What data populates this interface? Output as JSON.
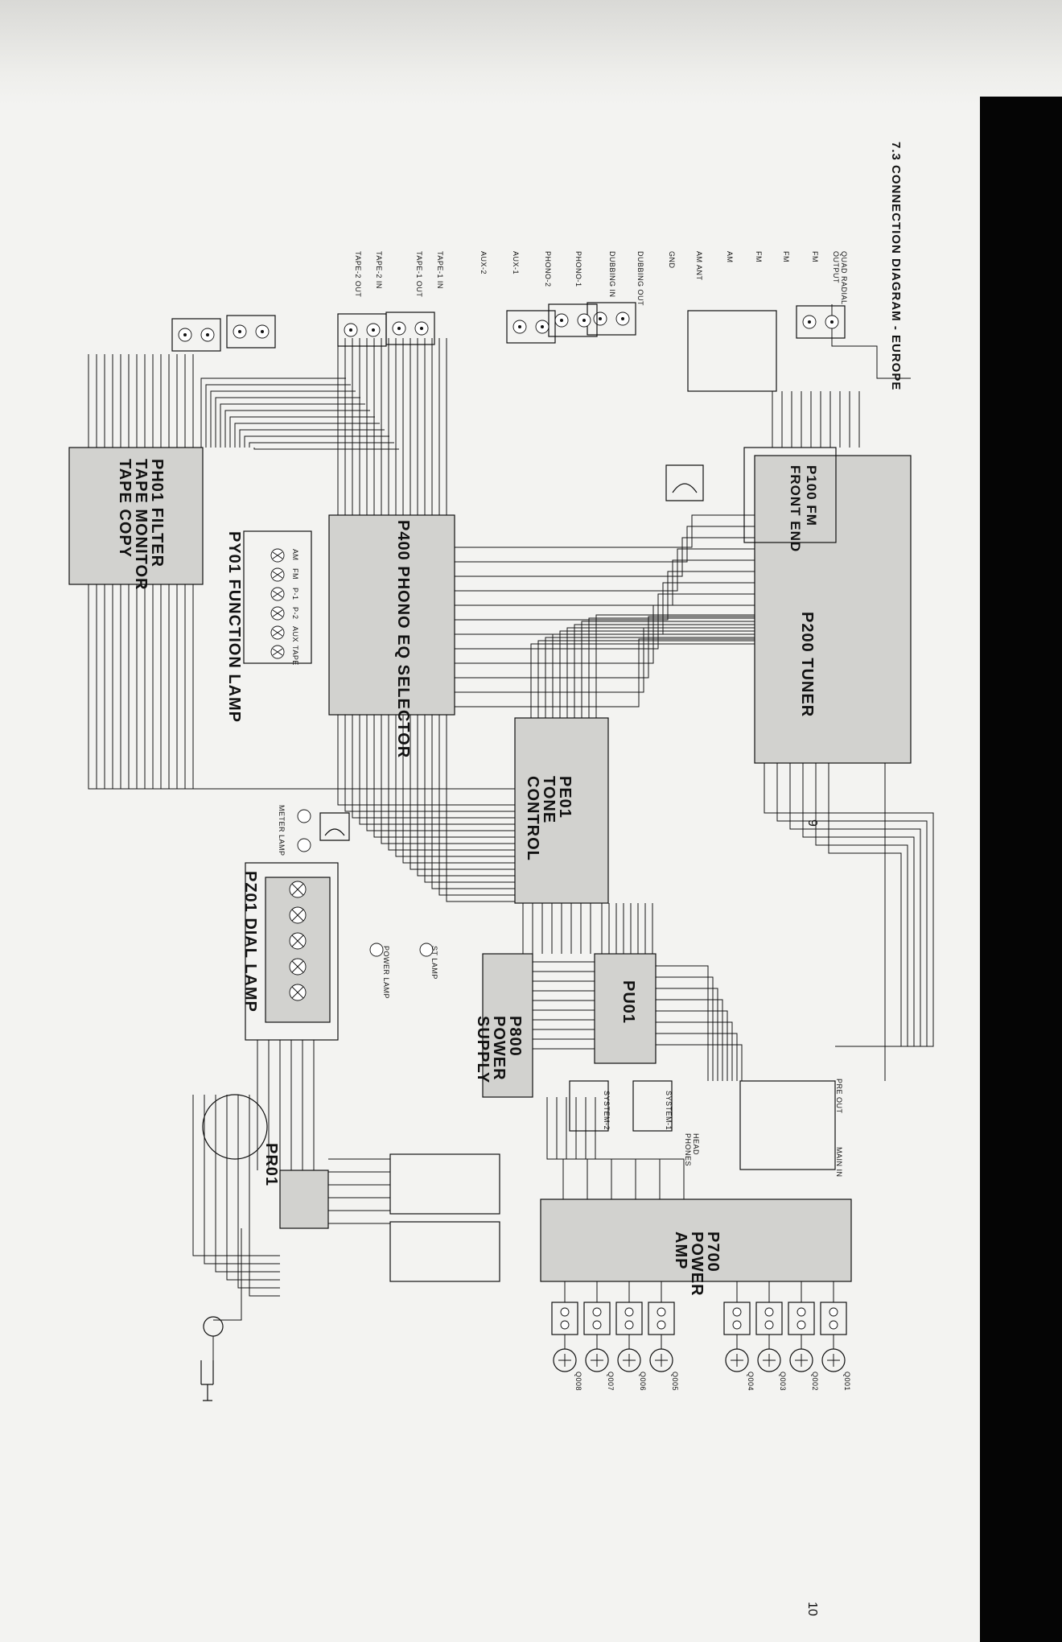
{
  "title": "7.3 CONNECTION DIAGRAM - EUROPE",
  "page_numbers": [
    "9",
    "10"
  ],
  "boards": {
    "p200": "P200 TUNER",
    "p100": "P100 FM FRONT END",
    "p400": "P400 PHONO EQ SELECTOR",
    "ph01": "PH01 FILTER TAPE MONITOR TAPE COPY",
    "py01": "PY01 FUNCTION LAMP",
    "pe01": "PE01 TONE CONTROL",
    "pz01": "PZ01 DIAL LAMP",
    "pu01": "PU01",
    "p800": "P800 POWER SUPPLY",
    "p700": "P700 POWER AMP",
    "pr01": "PR01"
  },
  "inputs": [
    "QUAD RADIAL OUTPUT",
    "FM",
    "FM",
    "FM",
    "AM",
    "AM ANT",
    "GND",
    "DUBBING OUT",
    "DUBBING IN",
    "PHONO-1",
    "PHONO-2",
    "AUX-1",
    "AUX-2",
    "TAPE-1 IN",
    "TAPE-1 OUT",
    "TAPE-2 IN",
    "TAPE-2 OUT"
  ],
  "function_lamps": [
    "AM",
    "FM",
    "P-1",
    "P-2",
    "AUX",
    "TAPE"
  ],
  "misc": {
    "meter_lamp": "METER LAMP",
    "st_lamp": "ST LAMP",
    "power_lamp": "POWER LAMP",
    "system1": "SYSTEM-1",
    "system2": "SYSTEM-2",
    "headphones": "HEAD PHONES",
    "pre_out": "PRE OUT",
    "main_in": "MAIN IN"
  },
  "speakers": [
    "Q001",
    "Q002",
    "Q003",
    "Q004",
    "Q005",
    "Q006",
    "Q007",
    "Q008"
  ]
}
